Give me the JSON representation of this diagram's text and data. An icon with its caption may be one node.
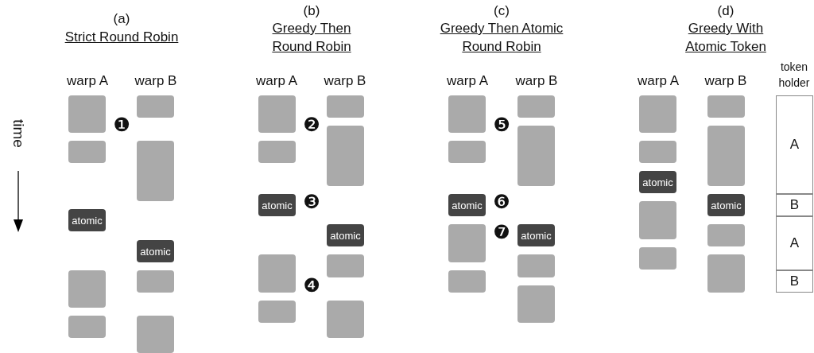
{
  "diagram": {
    "nodes": [
      {
        "text": [],
        "shape": "box"
      },
      {
        "text": [],
        "shape": "box"
      },
      {
        "text": [
          "atomic"
        ]
      },
      {
        "text": [],
        "shape": "box"
      },
      {
        "text": [],
        "shape": "box"
      },
      {
        "text": [],
        "shape": "box"
      },
      {
        "text": [],
        "shape": "box"
      },
      {
        "text": [
          "atomic"
        ]
      },
      {
        "text": [],
        "shape": "box"
      },
      {
        "text": [],
        "shape": "box"
      },
      {
        "text": [],
        "shape": "box"
      },
      {
        "text": [],
        "shape": "box"
      },
      {
        "text": [
          "atomic"
        ]
      },
      {
        "text": [],
        "shape": "box"
      },
      {
        "text": [],
        "shape": "box"
      },
      {
        "text": [],
        "shape": "box"
      },
      {
        "text": [],
        "shape": "box"
      },
      {
        "text": [
          "atomic"
        ]
      },
      {
        "text": [],
        "shape": "box"
      },
      {
        "text": [],
        "shape": "box"
      },
      {
        "text": [],
        "shape": "box"
      },
      {
        "text": [],
        "shape": "box"
      },
      {
        "text": [
          "atomic"
        ]
      },
      {
        "text": [],
        "shape": "box"
      },
      {
        "text": [],
        "shape": "box"
      },
      {
        "text": [],
        "shape": "box"
      },
      {
        "text": [],
        "shape": "box"
      },
      {
        "text": [
          "atomic"
        ]
      },
      {
        "text": [],
        "shape": "box"
      },
      {
        "text": [],
        "shape": "box"
      },
      {
        "text": [],
        "shape": "box"
      },
      {
        "text": [],
        "shape": "box"
      },
      {
        "text": [
          "atomic"
        ]
      },
      {
        "text": [],
        "shape": "box"
      },
      {
        "text": [],
        "shape": "box"
      },
      {
        "text": [],
        "shape": "box"
      },
      {
        "text": [],
        "shape": "box"
      },
      {
        "text": [
          "atomic"
        ]
      },
      {
        "text": [],
        "shape": "box"
      },
      {
        "text": [],
        "shape": "box"
      },
      {
        "text": [
          "A"
        ]
      },
      {
        "text": [
          "B"
        ]
      },
      {
        "text": [
          "A"
        ]
      },
      {
        "text": [
          "B"
        ]
      }
    ],
    "labels": [
      "(a)",
      "Strict Round Robin",
      "(b)",
      "Greedy Then Round Robin",
      "(c)",
      "Greedy Then Atomic Round Robin",
      "(d)",
      "Greedy With Atomic Token",
      "time",
      "warp A",
      "warp B",
      "warp A",
      "warp B",
      "warp A",
      "warp B",
      "warp A",
      "warp B",
      "token holder",
      "❶",
      "❷",
      "❸",
      "❹",
      "❺",
      "❻",
      "❼"
    ]
  }
}
